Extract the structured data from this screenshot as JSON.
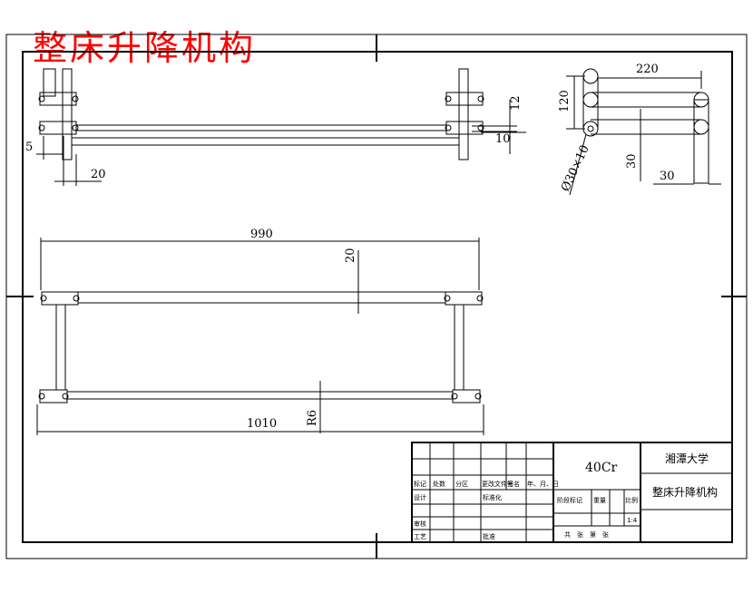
{
  "title": "整床升降机构",
  "dimensions": {
    "top_12": "12",
    "top_10": "10",
    "top_5": "5",
    "top_20": "20",
    "side_220": "220",
    "side_120": "120",
    "side_dia": "Ø30×10",
    "side_30_v": "30",
    "side_30_h": "30",
    "front_990": "990",
    "front_20": "20",
    "front_r6": "R6",
    "front_1010": "1010"
  },
  "title_block": {
    "material": "40Cr",
    "school": "湘潭大学",
    "part_name": "整床升降机构",
    "row_labels": [
      "标记",
      "处数",
      "分区",
      "更改文件号",
      "签名",
      "年、月、日"
    ],
    "designer_label": "设计",
    "standard_label": "标准化",
    "review_label": "审核",
    "process_label": "工艺",
    "approve_label": "批准",
    "stage_label": "阶段标记",
    "weight_label": "重量",
    "scale_label": "比例",
    "scale_value": "1:4",
    "sheets_label": "共　张　第　张"
  }
}
